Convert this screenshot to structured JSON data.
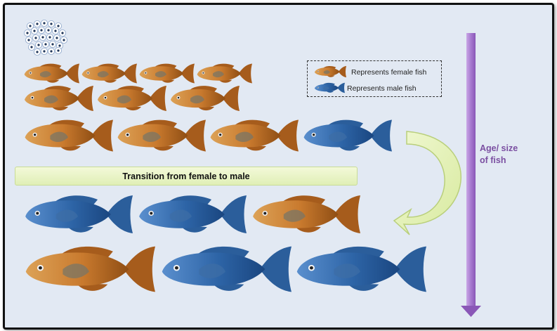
{
  "legend": {
    "female_label": "Represents female fish",
    "male_label": "Represents male fish",
    "female_color": "#c97a2e",
    "male_color": "#2d64a6"
  },
  "banner": {
    "text": "Transition from female to male"
  },
  "axis": {
    "label_line1": "Age/ size",
    "label_line2": "of fish",
    "color": "#a679cf"
  },
  "egg_color": "#ffffff",
  "rows": [
    [
      "female",
      "female",
      "female",
      "female"
    ],
    [
      "female",
      "female",
      "female"
    ],
    [
      "female",
      "female",
      "female",
      "male"
    ],
    [
      "male",
      "male",
      "female"
    ],
    [
      "female",
      "male",
      "male"
    ]
  ]
}
